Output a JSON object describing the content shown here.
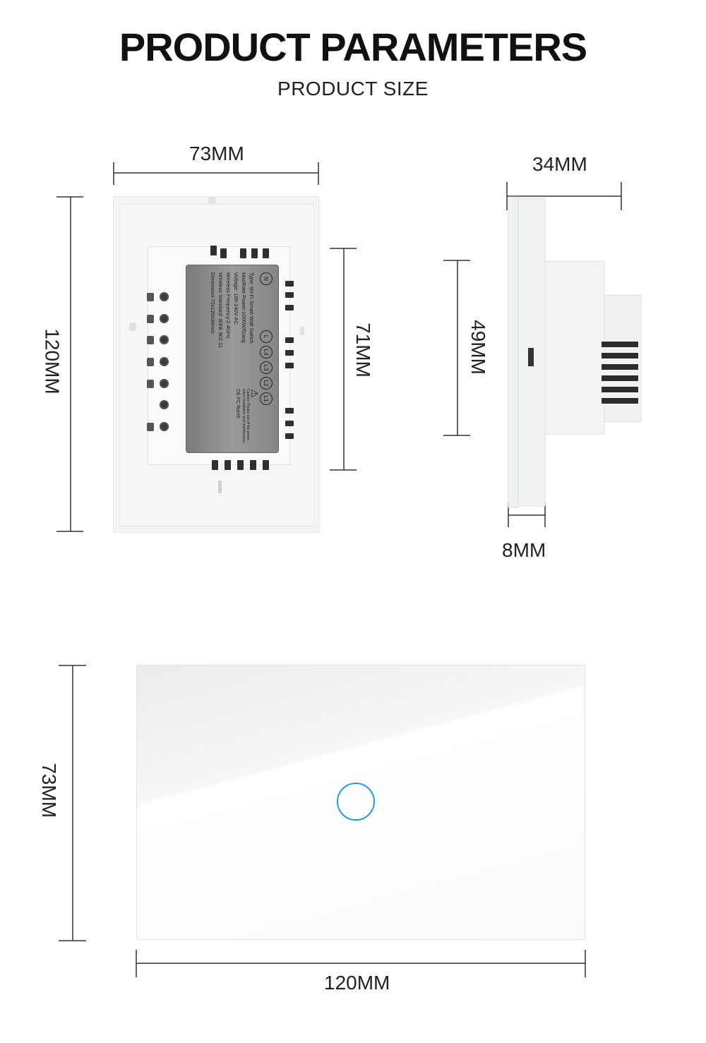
{
  "header": {
    "title": "PRODUCT PARAMETERS",
    "subtitle": "PRODUCT SIZE"
  },
  "back_view": {
    "width_label": "73MM",
    "height_label": "120MM",
    "module_height_label": "71MM",
    "terminal_labels": [
      "L1",
      "L2",
      "L3",
      "L4",
      "L",
      "N"
    ],
    "sticker": {
      "caution": "Caution: Please cut off the power when installation and maintenance.",
      "certs": [
        "CE",
        "FC",
        "RoHS"
      ],
      "lines": [
        "Type: Wi-Fi Smart Wall Switch",
        "MaxRate Power:1000W/Gang",
        "Voltage: 100-240V AC",
        "Wireless Frequency:2.4GHz",
        "Wireless Standard: IEEE 802.11",
        "Dimension:72x120x34mm"
      ]
    }
  },
  "side_view": {
    "depth_label": "34MM",
    "module_height_label": "49MM",
    "panel_thickness_label": "8MM"
  },
  "front_view": {
    "height_label": "73MM",
    "width_label": "120MM",
    "colors": {
      "touch_ring": "#2a98d8",
      "panel": "#f5f5f5"
    }
  }
}
